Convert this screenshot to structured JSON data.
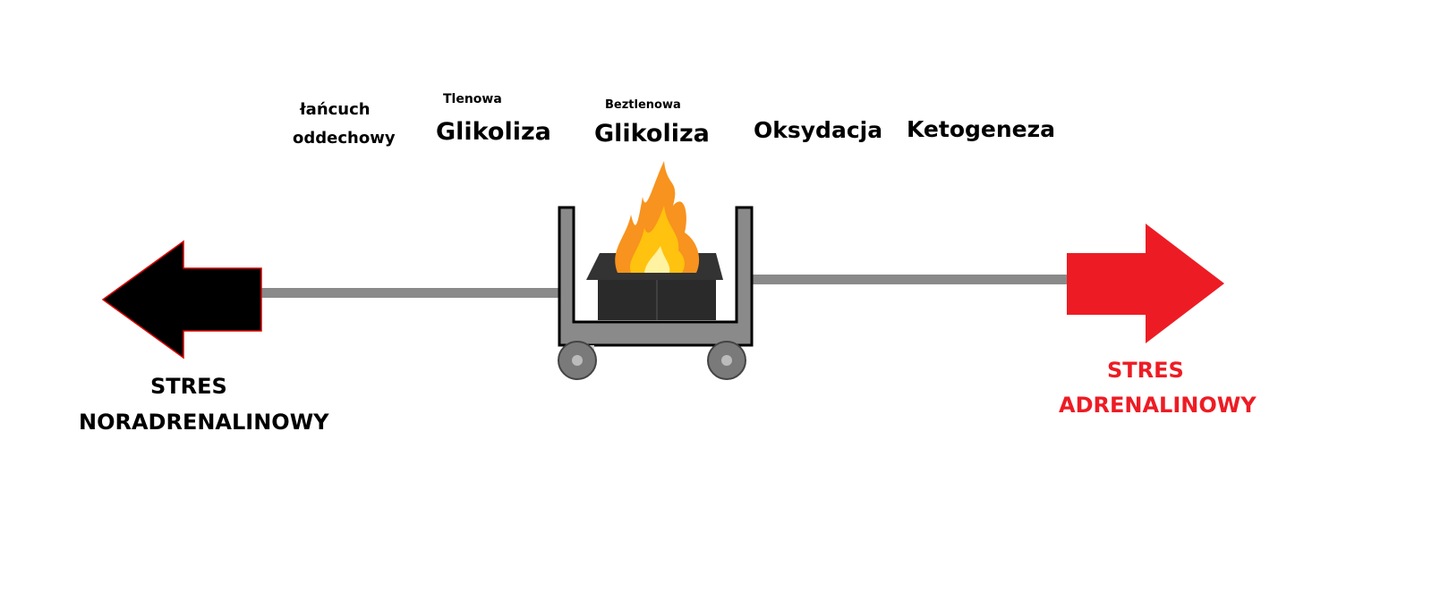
{
  "labels": {
    "chain_line1": "łańcuch",
    "chain_line2": "oddechowy",
    "aerobic_small": "Tlenowa",
    "aerobic_big": "Glikoliza",
    "anaerobic_small": "Beztlenowa",
    "anaerobic_big": "Glikoliza",
    "oxidation": "Oksydacja",
    "ketogenesis": "Ketogeneza"
  },
  "left_stress": {
    "line1": "STRES",
    "line2": "NORADRENALINOWY",
    "color": "#000000"
  },
  "right_stress": {
    "line1": "STRES",
    "line2": "ADRENALINOWY",
    "color": "#ED1C24"
  }
}
